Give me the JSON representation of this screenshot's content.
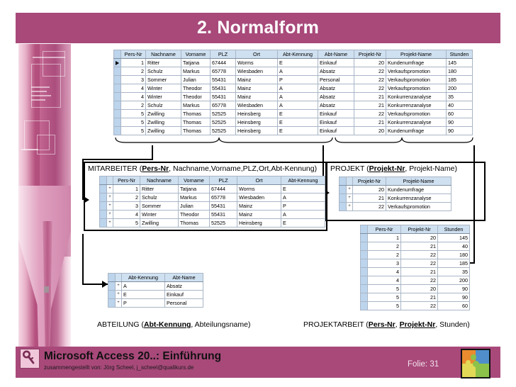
{
  "slide": {
    "title": "2. Normalform"
  },
  "main_table": {
    "name": "unnormalized-table",
    "columns": [
      "Pers-Nr",
      "Nachname",
      "Vorname",
      "PLZ",
      "Ort",
      "Abt-Kennung",
      "Abt-Name",
      "Projekt-Nr",
      "Projekt-Name",
      "Stunden"
    ],
    "rows": [
      [
        "1",
        "Ritter",
        "Tatjana",
        "67444",
        "Worms",
        "E",
        "Einkauf",
        "20",
        "Kundenumfrage",
        "145"
      ],
      [
        "2",
        "Schulz",
        "Markus",
        "65778",
        "Wiesbaden",
        "A",
        "Absatz",
        "22",
        "Verkaufspromotion",
        "180"
      ],
      [
        "3",
        "Sommer",
        "Julian",
        "55431",
        "Mainz",
        "P",
        "Personal",
        "22",
        "Verkaufspromotion",
        "185"
      ],
      [
        "4",
        "Winter",
        "Theodor",
        "55431",
        "Mainz",
        "A",
        "Absatz",
        "22",
        "Verkaufspromotion",
        "200"
      ],
      [
        "4",
        "Winter",
        "Theodor",
        "55431",
        "Mainz",
        "A",
        "Absatz",
        "21",
        "Konkurrenzanalyse",
        "35"
      ],
      [
        "2",
        "Schulz",
        "Markus",
        "65778",
        "Wiesbaden",
        "A",
        "Absatz",
        "21",
        "Konkurrenzanalyse",
        "40"
      ],
      [
        "5",
        "Zwilling",
        "Thomas",
        "52525",
        "Heinsberg",
        "E",
        "Einkauf",
        "22",
        "Verkaufspromotion",
        "60"
      ],
      [
        "5",
        "Zwilling",
        "Thomas",
        "52525",
        "Heinsberg",
        "E",
        "Einkauf",
        "21",
        "Konkurrenzanalyse",
        "90"
      ],
      [
        "5",
        "Zwilling",
        "Thomas",
        "52525",
        "Heinsberg",
        "E",
        "Einkauf",
        "20",
        "Kundenumfrage",
        "90"
      ]
    ]
  },
  "mitarbeiter": {
    "caption_plain_1": "MITARBEITER (",
    "caption_key": "Pers-Nr",
    "caption_plain_2": ", Nachname,Vorname,PLZ,Ort,Abt-Kennung)",
    "columns": [
      "Pers-Nr",
      "Nachname",
      "Vorname",
      "PLZ",
      "Ort",
      "Abt-Kennung"
    ],
    "rows": [
      [
        "1",
        "Ritter",
        "Tatjana",
        "67444",
        "Worms",
        "E"
      ],
      [
        "2",
        "Schulz",
        "Markus",
        "65778",
        "Wiesbaden",
        "A"
      ],
      [
        "3",
        "Sommer",
        "Julian",
        "55431",
        "Mainz",
        "P"
      ],
      [
        "4",
        "Winter",
        "Theodor",
        "55431",
        "Mainz",
        "A"
      ],
      [
        "5",
        "Zwilling",
        "Thomas",
        "52525",
        "Heinsberg",
        "E"
      ]
    ]
  },
  "projekt": {
    "caption_plain_1": "PROJEKT (",
    "caption_key": "Projekt-Nr",
    "caption_plain_2": ", Projekt-Name)",
    "columns": [
      "Projekt-Nr",
      "Projekt-Name"
    ],
    "rows": [
      [
        "20",
        "Kundenumfrage"
      ],
      [
        "21",
        "Konkurrenzanalyse"
      ],
      [
        "22",
        "Verkaufspromotion"
      ]
    ]
  },
  "abteilung": {
    "caption_plain_1": "ABTEILUNG (",
    "caption_key": "Abt-Kennung",
    "caption_plain_2": ", Abteilungsname)",
    "columns": [
      "Abt-Kennung",
      "Abt-Name"
    ],
    "rows": [
      [
        "A",
        "Absatz"
      ],
      [
        "E",
        "Einkauf"
      ],
      [
        "P",
        "Personal"
      ]
    ]
  },
  "projektarbeit": {
    "caption_plain_1": "PROJEKTARBEIT (",
    "caption_key_1": "Pers-Nr",
    "caption_mid": ", ",
    "caption_key_2": "Projekt-Nr",
    "caption_plain_2": ", Stunden)",
    "columns": [
      "Pers-Nr",
      "Projekt-Nr",
      "Stunden"
    ],
    "rows": [
      [
        "1",
        "20",
        "145"
      ],
      [
        "2",
        "21",
        "40"
      ],
      [
        "2",
        "22",
        "180"
      ],
      [
        "3",
        "22",
        "185"
      ],
      [
        "4",
        "21",
        "35"
      ],
      [
        "4",
        "22",
        "200"
      ],
      [
        "5",
        "20",
        "90"
      ],
      [
        "5",
        "21",
        "90"
      ],
      [
        "5",
        "22",
        "60"
      ]
    ]
  },
  "footer": {
    "title": "Microsoft Access 20..: Einführung",
    "subtitle": "zusammengestellt von: Jörg Scheel, j_scheel@qualikurs.de",
    "slide_label": "Folie: 31"
  },
  "colors": {
    "accent": "#a8497a",
    "table_header": "#cfe0f0",
    "row_selector": "#bcd4ec"
  }
}
